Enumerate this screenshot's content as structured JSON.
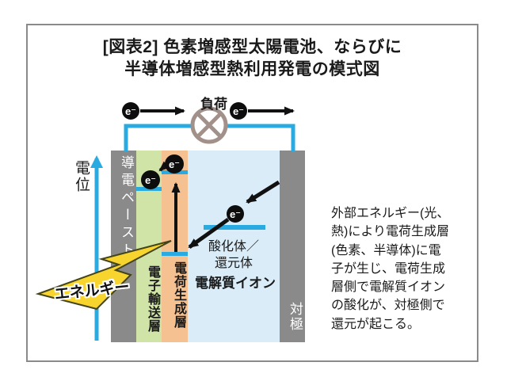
{
  "figure": {
    "title_line1": "[図表2] 色素増感型太陽電池、ならびに",
    "title_line2": "半導体増感型熱利用発電の模式図"
  },
  "symbols": {
    "electron": "e⁻"
  },
  "circuit": {
    "load_label": "負荷"
  },
  "axis": {
    "label": "電位"
  },
  "layers": {
    "conductive_paste": "導電ペースト",
    "electron_transport": "電子輸送層",
    "charge_generation": "電荷生成層",
    "electrolyte_label": "電解質イオン",
    "redox_line1": "酸化体／",
    "redox_line2": "還元体",
    "counter_electrode": "対極"
  },
  "energy": {
    "label": "エネルギー"
  },
  "caption": {
    "lines": [
      "外部エネルギー(光、",
      "熱)により電荷生成層",
      "(色素、半導体)に電",
      "子が生じ、電荷生成",
      "層側で電解質イオン",
      "の酸化が、対極側で",
      "還元が起こる。"
    ]
  },
  "colors": {
    "accent-cyan": "#29abe2",
    "bar-gray": "#8a8a8a",
    "bar-green": "#d0e4a8",
    "bar-orange": "#f6c191",
    "bar-blue": "#d9ecf8",
    "load-brown": "#a2918a",
    "bolt-yellow": "#f7d42e",
    "ink": "#111111"
  }
}
